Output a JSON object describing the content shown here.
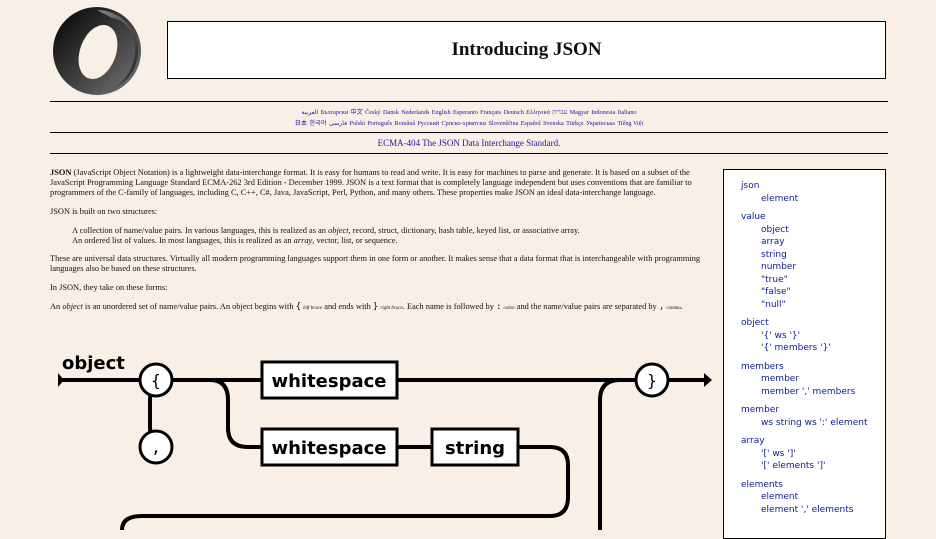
{
  "header": {
    "title": "Introducing JSON"
  },
  "languages": {
    "row1": [
      "العربية",
      "Български",
      "中文",
      "Český",
      "Dansk",
      "Nederlands",
      "English",
      "Esperanto",
      "Français",
      "Deutsch",
      "Ελληνικά",
      "עברית",
      "Magyar",
      "Indonesia",
      "Italiano"
    ],
    "row2": [
      "日本",
      "한국어",
      "فارسی",
      "Polski",
      "Português",
      "Română",
      "Русский",
      "Српско-хрватски",
      "Slovenščina",
      "Español",
      "Svenska",
      "Türkçe",
      "Українська",
      "Tiếng Việt"
    ]
  },
  "ecma": {
    "text": "ECMA-404 The JSON Data Interchange Standard."
  },
  "content": {
    "intro_bold": "JSON",
    "intro_rest": " (JavaScript Object Notation) is a lightweight data-interchange format. It is easy for humans to read and write. It is easy for machines to parse and generate. It is based on a subset of the JavaScript Programming Language Standard ECMA-262 3rd Edition - December 1999. JSON is a text format that is completely language independent but uses conventions that are familiar to programmers of the C-family of languages, including C, C++, C#, Java, JavaScript, Perl, Python, and many others. These properties make JSON an ideal data-interchange language.",
    "p2": "JSON is built on two structures:",
    "li1_a": "A collection of name/value pairs. In various languages, this is realized as an ",
    "li1_em": "object",
    "li1_b": ", record, struct, dictionary, hash table, keyed list, or associative array.",
    "li2_a": "An ordered list of values. In most languages, this is realized as an ",
    "li2_em": "array",
    "li2_b": ", vector, list, or sequence.",
    "p3": "These are universal data structures. Virtually all modern programming languages support them in one form or another. It makes sense that a data format that is interchangeable with programming languages also be based on these structures.",
    "p4": "In JSON, they take on these forms:",
    "p5_a": "An ",
    "p5_em": "object",
    "p5_b": " is an unordered set of name/value pairs. An object begins with ",
    "p5_brace_l": "{",
    "p5_lbl_l": "left brace",
    "p5_c": " and ends with ",
    "p5_brace_r": "}",
    "p5_lbl_r": "right brace",
    "p5_d": ". Each name is followed by ",
    "p5_colon": ":",
    "p5_lbl_colon": "colon",
    "p5_e": " and the name/value pairs are separated by ",
    "p5_comma": ",",
    "p5_lbl_comma": "comma",
    "p5_f": "."
  },
  "diagram": {
    "label": "object",
    "open_brace": "{",
    "close_brace": "}",
    "comma": ",",
    "ws1": "whitespace",
    "ws2": "whitespace",
    "str": "string"
  },
  "grammar": [
    {
      "name": "json",
      "alts": [
        "element"
      ]
    },
    {
      "name": "value",
      "alts": [
        "object",
        "array",
        "string",
        "number",
        "\"true\"",
        "\"false\"",
        "\"null\""
      ]
    },
    {
      "name": "object",
      "alts": [
        "'{' ws '}'",
        "'{' members '}'"
      ]
    },
    {
      "name": "members",
      "alts": [
        "member",
        "member ',' members"
      ]
    },
    {
      "name": "member",
      "alts": [
        "ws string ws ':' element"
      ]
    },
    {
      "name": "array",
      "alts": [
        "'[' ws ']'",
        "'[' elements ']'"
      ]
    },
    {
      "name": "elements",
      "alts": [
        "element",
        "element ',' elements"
      ]
    }
  ]
}
